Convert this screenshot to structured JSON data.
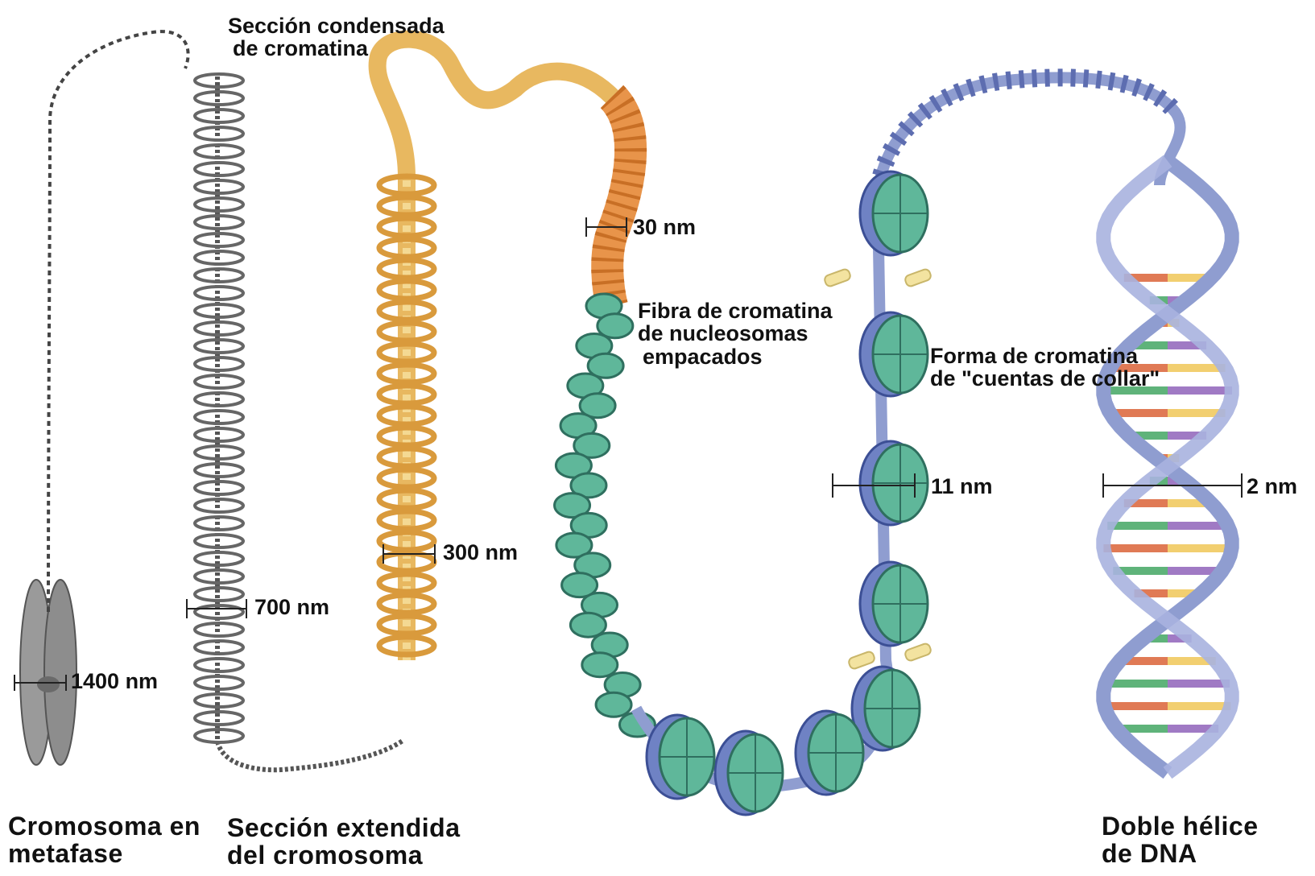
{
  "labels": {
    "condensed": [
      "Sección condensada",
      "de cromatina"
    ],
    "metaphase": [
      "Cromosoma en",
      "metafase"
    ],
    "extended": [
      "Sección extendida",
      "del cromosoma"
    ],
    "fiber": [
      "Fibra de cromatina",
      "de nucleosomas",
      "empacados"
    ],
    "beads": [
      "Forma de cromatina",
      "de \"cuentas de collar\""
    ],
    "dna": [
      "Doble hélice",
      "de DNA"
    ]
  },
  "scales": {
    "s1400": "1400 nm",
    "s700": "700 nm",
    "s300": "300 nm",
    "s30": "30 nm",
    "s11": "11 nm",
    "s2": "2 nm"
  },
  "colors": {
    "chromosome": "#8a8a8a",
    "fiber300_light": "#f2cf80",
    "fiber300_dark": "#d99a3c",
    "fiber30": "#e8944a",
    "nucleosome": "#5fb79a",
    "dna_ribbon": "#8f9dd0",
    "linker": "#f3e3a0"
  }
}
